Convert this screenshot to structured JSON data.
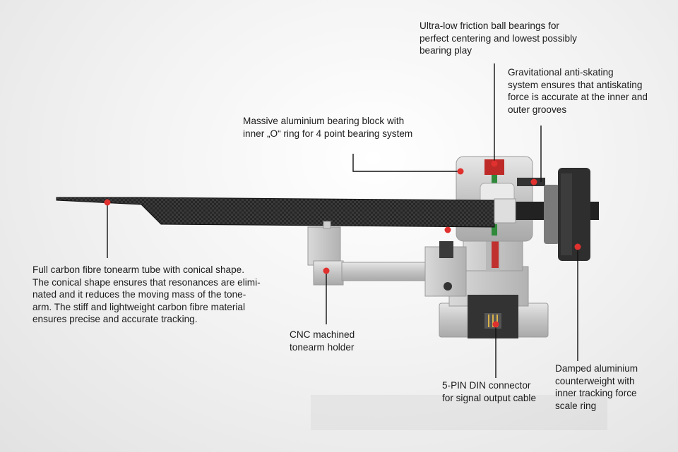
{
  "callouts": {
    "bearings": {
      "lines": [
        "Ultra-low friction ball bearings for",
        "perfect centering and lowest possibly",
        "bearing play"
      ]
    },
    "anti_skating": {
      "lines": [
        "Gravitational anti-skating",
        "system ensures that antiskating",
        "force is accurate at the inner and",
        "outer grooves"
      ]
    },
    "bearing_block": {
      "lines": [
        "Massive aluminium bearing block with",
        "inner „O“ ring for 4 point bearing system"
      ]
    },
    "tonearm_tube": {
      "lines": [
        "Full carbon fibre tonearm tube with conical shape.",
        "The conical shape ensures that resonances are elimi-",
        "nated and it reduces the moving mass of the tone-",
        "arm. The stiff and lightweight carbon fibre material",
        "ensures precise and accurate tracking."
      ]
    },
    "tonearm_holder": {
      "lines": [
        "CNC machined",
        "tonearm holder"
      ]
    },
    "din_connector": {
      "lines": [
        "5-PIN DIN connector",
        "for signal output cable"
      ]
    },
    "counterweight": {
      "lines": [
        "Damped aluminium",
        "counterweight with",
        "inner tracking force",
        "scale ring"
      ]
    }
  },
  "colors": {
    "marker": "#e0312f",
    "carbon": "#2a2a2a",
    "aluminium": "#c9c9c9",
    "text": "#1c1c1c"
  }
}
